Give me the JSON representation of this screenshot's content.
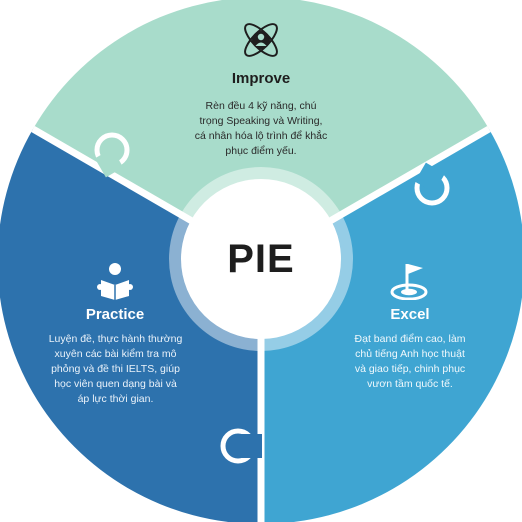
{
  "center": {
    "label": "PIE"
  },
  "segments": {
    "improve": {
      "title": "Improve",
      "lines": [
        "Rèn đều 4 kỹ năng, chú",
        "trọng Speaking và Writing,",
        "cá nhân hóa lộ trình để khắc",
        "phục điểm yếu."
      ],
      "icon": "atom-person-icon",
      "color": "#a8dccb"
    },
    "practice": {
      "title": "Practice",
      "lines": [
        "Luyện đề, thực hành thường",
        "xuyên các bài kiểm tra mô",
        "phỏng và đề thi IELTS, giúp",
        "học viên quen dạng bài và",
        "áp lực thời gian."
      ],
      "icon": "reading-person-icon",
      "color": "#2d72ad"
    },
    "excel": {
      "title": "Excel",
      "lines": [
        "Đạt band điểm cao, làm",
        "chủ tiếng Anh học thuật",
        "và giao tiếp, chinh phục",
        "vươn tầm quốc tế."
      ],
      "icon": "flag-target-icon",
      "color": "#3fa5d2"
    }
  }
}
